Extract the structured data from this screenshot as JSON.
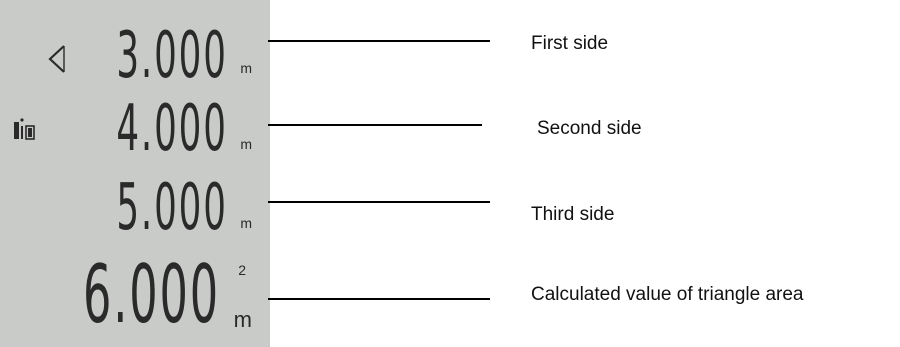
{
  "display": {
    "rows": [
      {
        "value": "3.000",
        "unit": "m"
      },
      {
        "value": "4.000",
        "unit": "m"
      },
      {
        "value": "5.000",
        "unit": "m"
      }
    ],
    "area": {
      "value": "6.000",
      "unit": "m",
      "exponent": "2"
    },
    "icons": [
      "triangle-icon",
      "measure-device-icon"
    ]
  },
  "annotations": [
    "First side",
    "Second side",
    "Third side",
    "Calculated value of triangle area"
  ],
  "colors": {
    "lcd_background": "#c9cbc9",
    "segment": "#2a2a2a",
    "leader_line": "#000000"
  }
}
